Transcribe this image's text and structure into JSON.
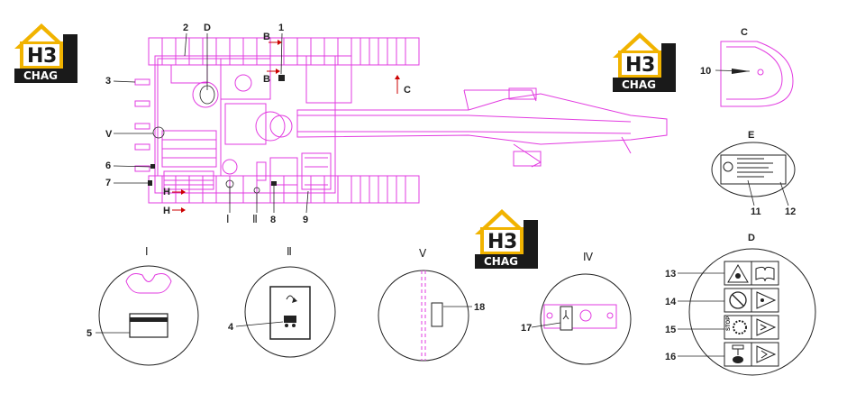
{
  "logo": {
    "mark_left": "H",
    "mark_right": "3",
    "name": "CHAG",
    "brand_color": "#F1B300",
    "dark_color": "#1a1a1a"
  },
  "machine_labels": {
    "n1": "1",
    "n2": "2",
    "d": "D",
    "b_top": "B",
    "b_mid": "B",
    "c": "C",
    "n3": "3",
    "v": "V",
    "n6": "6",
    "n7": "7",
    "h_top": "H",
    "h_bot": "H",
    "r1": "Ⅰ",
    "r2": "Ⅱ",
    "n8": "8",
    "n9": "9"
  },
  "view_c": {
    "title": "C",
    "n10": "10"
  },
  "view_e": {
    "title": "E",
    "n11": "11",
    "n12": "12"
  },
  "detail_i": {
    "title": "Ⅰ",
    "n5": "5"
  },
  "detail_ii": {
    "title": "Ⅱ",
    "n4": "4"
  },
  "detail_v": {
    "title": "Ⅴ",
    "n18": "18"
  },
  "detail_iv": {
    "title": "Ⅳ",
    "n17": "17"
  },
  "view_d": {
    "title": "D",
    "n13": "13",
    "n14": "14",
    "n15": "15",
    "n16": "16",
    "stop_text": "STOP"
  },
  "colors": {
    "drawing": "#e23be0",
    "leader": "#cc0000",
    "line": "#222222"
  }
}
